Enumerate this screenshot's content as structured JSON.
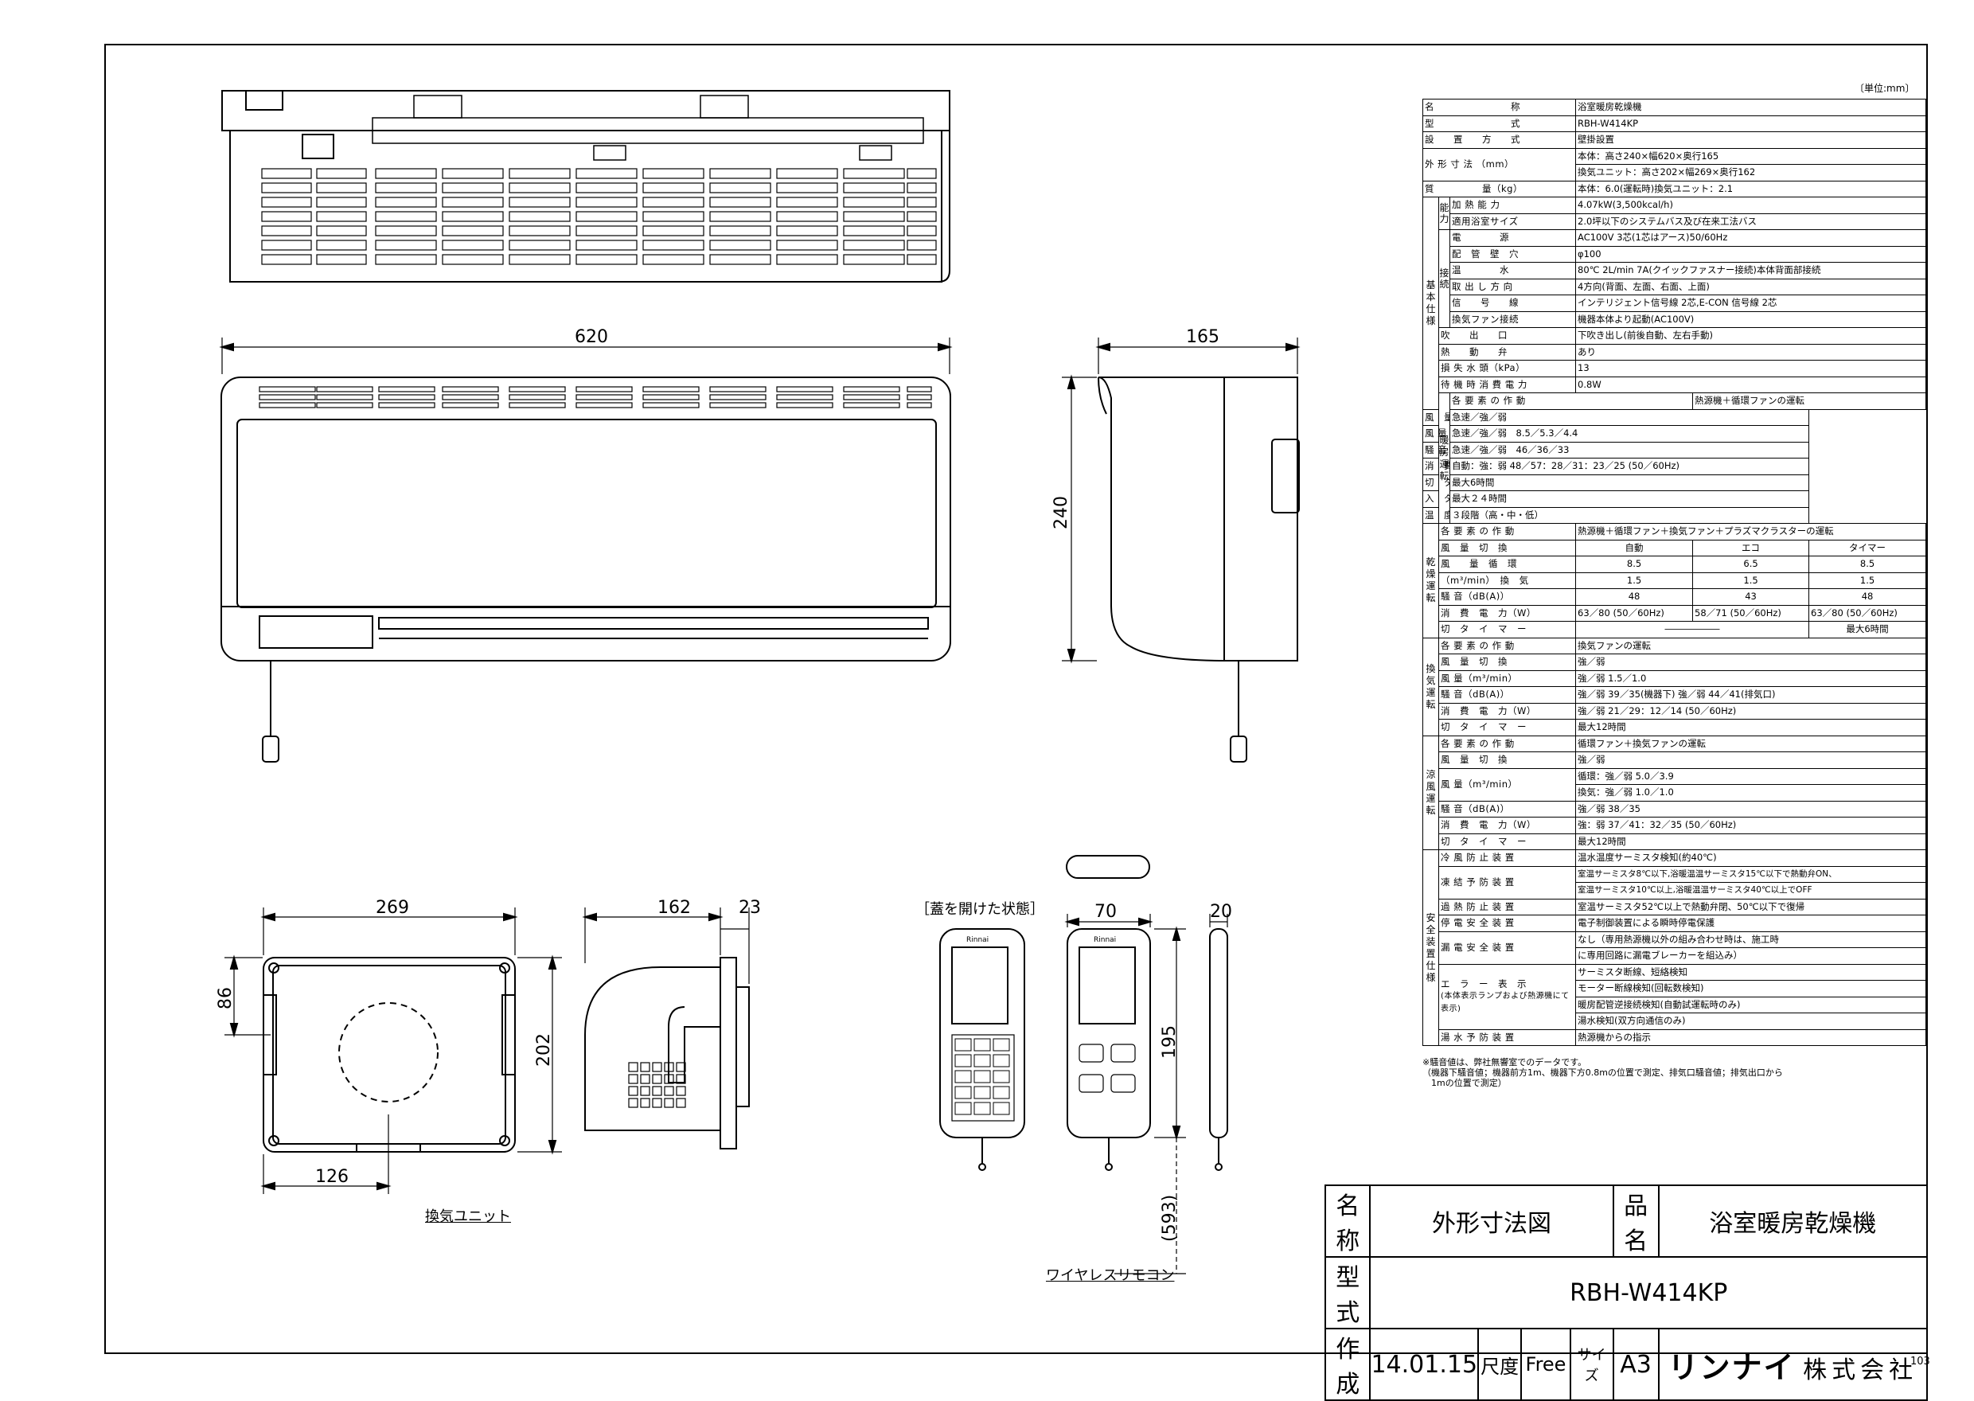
{
  "units_note": "〔単位:mm〕",
  "dimensions": {
    "main_width": "620",
    "main_height": "240",
    "main_depth": "165",
    "vent_width": "269",
    "vent_height": "202",
    "vent_upper": "86",
    "vent_lower": "126",
    "vent_depth": "162",
    "vent_flange": "23",
    "remote_width": "70",
    "remote_depth": "20",
    "remote_height": "195",
    "remote_cord": "(593)"
  },
  "captions": {
    "vent_unit": "換気ユニット",
    "remote_open": "［蓋を開けた状態］",
    "remote": "ワイヤレスリモコン"
  },
  "spec_rows": [
    {
      "sec": "",
      "item": "名　　　　　　　　称",
      "value": "浴室暖房乾燥機"
    },
    {
      "sec": "",
      "item": "型　　　　　　　　式",
      "value": "RBH-W414KP"
    },
    {
      "sec": "",
      "item": "設　　置　　方　　式",
      "value": "壁掛設置"
    },
    {
      "sec": "",
      "item": "外 形 寸 法 （mm）",
      "value": "本体：高さ240×幅620×奥行165 / 換気ユニット：高さ202×幅269×奥行162"
    },
    {
      "sec": "",
      "item": "質　　　　　量（kg）",
      "value": "本体：6.0(運転時)換気ユニット：2.1"
    }
  ],
  "spec": {
    "name": "浴室暖房乾燥機",
    "model": "RBH-W414KP",
    "install": "壁掛設置",
    "dim1": "本体：高さ240×幅620×奥行165",
    "dim2": "換気ユニット：高さ202×幅269×奥行162",
    "mass": "本体：6.0(運転時)換気ユニット：2.1",
    "heat_cap": "4.07kW(3,500kcal/h)",
    "bath_size": "2.0坪以下のシステムバス及び在来工法バス",
    "power": "AC100V 3芯(1芯はアース)50/60Hz",
    "pipe": "φ100",
    "hot_water": "80℃ 2L/min 7A(クイックファスナー接続)本体背面部接続",
    "outlet_dir": "4方向(背面、左面、右面、上面)",
    "signal": "インテリジェント信号線 2芯,E-CON 信号線 2芯",
    "fan_conn": "機器本体より起動(AC100V)",
    "blow": "下吹き出し(前後自動、左右手動)",
    "valve": "あり",
    "head_loss": "13",
    "standby": "0.8W",
    "h_op": "熱源機＋循環ファンの運転",
    "h_sw": "急速／強／弱",
    "h_air": "急速／強／弱　8.5／5.3／4.4",
    "h_noise": "急速／強／弱　46／36／33",
    "h_power": "自動：強：弱 48／57：28／31：23／25 (50／60Hz)",
    "h_off": "最大6時間",
    "h_on": "最大２４時間",
    "h_temp": "３段階（高・中・低）",
    "d_op": "熱源機＋循環ファン＋換気ファン＋プラズマクラスターの運転",
    "d_auto": "自動",
    "d_eco": "エコ",
    "d_timer": "タイマー",
    "d_c1": "8.5",
    "d_c2": "6.5",
    "d_c3": "8.5",
    "d_v1": "1.5",
    "d_v2": "1.5",
    "d_v3": "1.5",
    "d_n1": "48",
    "d_n2": "43",
    "d_n3": "48",
    "d_p1": "63／80 (50／60Hz)",
    "d_p2": "58／71 (50／60Hz)",
    "d_p3": "63／80 (50／60Hz)",
    "d_dash": "――――――",
    "d_off": "最大6時間",
    "v_op": "換気ファンの運転",
    "v_sw": "強／弱",
    "v_air": "強／弱 1.5／1.0",
    "v_noise": "強／弱 39／35(機器下) 強／弱 44／41(排気口)",
    "v_power": "強／弱 21／29：12／14 (50／60Hz)",
    "v_off": "最大12時間",
    "c_op": "循環ファン＋換気ファンの運転",
    "c_sw": "強／弱",
    "c_air1": "循環：強／弱 5.0／3.9",
    "c_air2": "換気：強／弱 1.0／1.0",
    "c_noise": "強／弱 38／35",
    "c_power": "強：弱 37／41：32／35 (50／60Hz)",
    "c_off": "最大12時間",
    "s1": "温水温度サーミスタ検知(約40℃)",
    "s2a": "室温サーミスタ8℃以下,浴暖温温サーミスタ15℃以下で熱動弁ON、",
    "s2b": "室温サーミスタ10℃以上,浴暖温温サーミスタ40℃以上でOFF",
    "s3": "室温サーミスタ52℃以上で熱動弁閉、50℃以下で復帰",
    "s4": "電子制御装置による瞬時停電保護",
    "s5a": "なし（専用熱源機以外の組み合わせ時は、施工時",
    "s5b": "に専用回路に漏電ブレーカーを組込み）",
    "e1": "サーミスタ断線、短絡検知",
    "e2": "モーター断線検知(回転数検知)",
    "e3": "暖房配管逆接続検知(自動試運転時のみ)",
    "e4": "湯水検知(双方向通信のみ)",
    "s6": "熱源機からの指示"
  },
  "spec_labels": {
    "l_name": "名　　　　　　　　称",
    "l_model": "型　　　　　　　　式",
    "l_install": "設　　置　　方　　式",
    "l_dim": "外 形 寸 法 （mm）",
    "l_mass": "質　　　　　量（kg）",
    "sec_basic": "基本仕様",
    "sub_cap": "能力",
    "sub_conn": "接続",
    "l_heat": "加 熱 能 力",
    "l_bath": "適用浴室サイズ",
    "l_power": "電　　　　源",
    "l_pipe": "配　管　壁　穴",
    "l_water": "温　　　　水",
    "l_outdir": "取 出 し 方 向",
    "l_signal": "信　　号　　線",
    "l_fan": "換気ファン接続",
    "l_blow": "吹　　出　　口",
    "l_valve": "熱　　動　　弁",
    "l_loss": "損 失 水 頭（kPa）",
    "l_standby": "待 機 時 消 費 電 力",
    "sec_heat": "暖房運転",
    "sec_dry": "乾燥運転",
    "sec_vent": "換気運転",
    "sec_cool": "涼風運転",
    "sec_safe": "安全装置仕様",
    "l_op": "各 要 素 の 作 動",
    "l_sw": "風　量　切　換",
    "l_air": "風 量（m³/min）",
    "l_noise": "騒 音（dB(A)）",
    "l_pw": "消　費　電　力（W）",
    "l_offt": "切　タ　イ　マ　ー",
    "l_ont": "入　タ　イ　マ　ー",
    "l_temp": "温　度　設　定",
    "l_dair": "風　　量",
    "l_dair2": "（m³/min）",
    "l_circ": "循　環",
    "l_vent": "換　気",
    "l_cair": "風 量（m³/min）",
    "l_frost": "冷 風 防 止 装 置",
    "l_freeze": "凍 結 予 防 装 置",
    "l_overheat": "過 熱 防 止 装 置",
    "l_outage": "停 電 安 全 装 置",
    "l_leak": "漏 電 安 全 装 置",
    "l_err": "エ　ラ　ー　表　示",
    "l_err2": "(本体表示ランプおよび熱源機にて表示)",
    "l_dry": "湯 水 予 防 装 置"
  },
  "notes": [
    "※騒音値は、弊社無響室でのデータです。",
    "（機器下騒音値；機器前方1m、機器下方0.8mの位置で測定、排気口騒音値；排気出口から",
    "　1mの位置で測定）"
  ],
  "title_block": {
    "l_name": "名称",
    "name": "外形寸法図",
    "l_product": "品名",
    "product": "浴室暖房乾燥機",
    "l_model": "型式",
    "model": "RBH-W414KP",
    "l_date": "作成",
    "date": "14.01.15",
    "l_scale": "尺度",
    "scale": "Free",
    "l_size": "サイズ",
    "size": "A3",
    "company_logo": "リンナイ",
    "company_suffix": "株式会社"
  },
  "remote_brand": "Rinnai",
  "page_number": "103"
}
